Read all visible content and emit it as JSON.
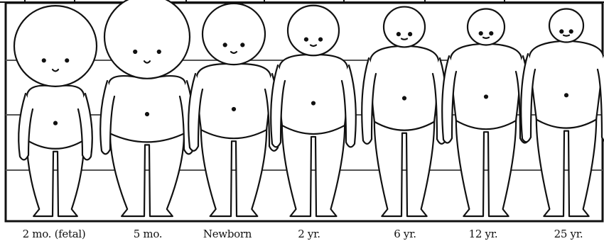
{
  "figures": [
    {
      "id": "fig-2mo-fetal",
      "caption": "2 mo. (fetal)"
    },
    {
      "id": "fig-5mo",
      "caption": "5 mo."
    },
    {
      "id": "fig-newborn",
      "caption": "Newborn"
    },
    {
      "id": "fig-2yr",
      "caption": "2 yr."
    },
    {
      "id": "fig-6yr",
      "caption": "6 yr."
    },
    {
      "id": "fig-12yr",
      "caption": "12 yr."
    },
    {
      "id": "fig-25yr",
      "caption": "25 yr."
    }
  ],
  "colors": {
    "line": "#111111",
    "background": "#ffffff",
    "grid": "#555555"
  }
}
